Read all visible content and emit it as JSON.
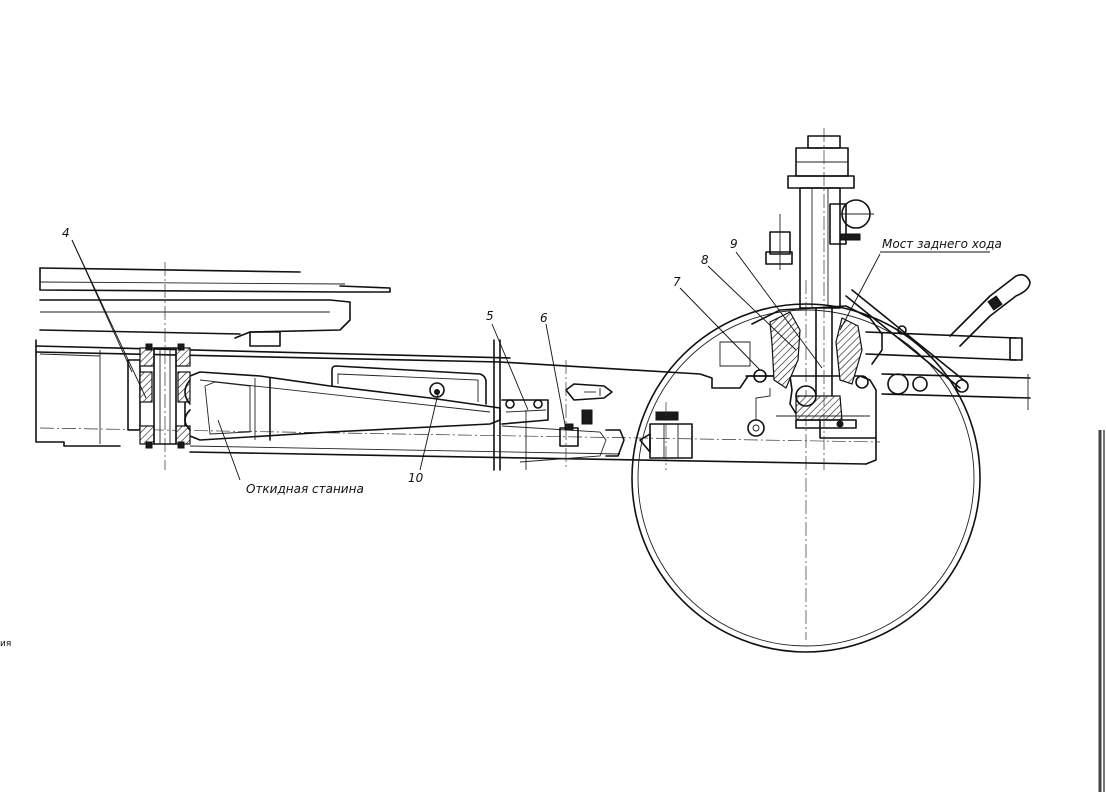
{
  "labels": {
    "frame": "Откидная станина",
    "bridge": "Мост заднего хода",
    "edge_fragment": "ия"
  },
  "callouts": [
    {
      "id": "4",
      "text": "4"
    },
    {
      "id": "5",
      "text": "5"
    },
    {
      "id": "6",
      "text": "6"
    },
    {
      "id": "7",
      "text": "7"
    },
    {
      "id": "8",
      "text": "8"
    },
    {
      "id": "9",
      "text": "9"
    },
    {
      "id": "10",
      "text": "10"
    }
  ]
}
